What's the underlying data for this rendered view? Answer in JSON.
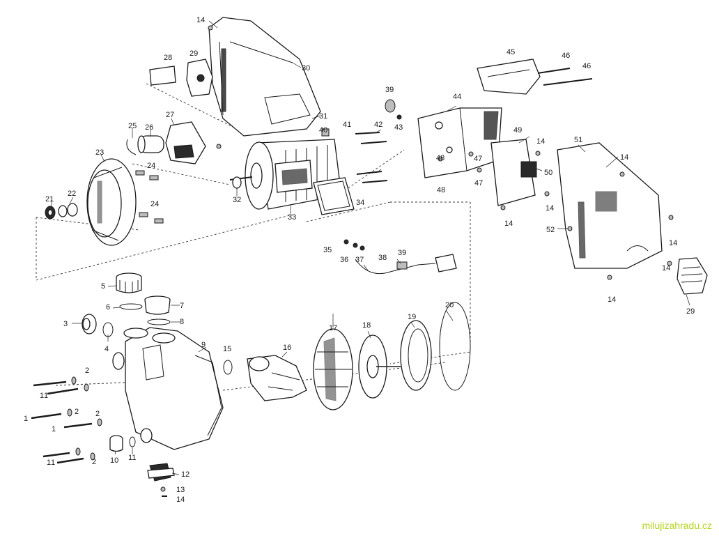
{
  "diagram": {
    "part_numbers": [
      "1",
      "2",
      "3",
      "4",
      "5",
      "6",
      "7",
      "8",
      "9",
      "10",
      "11",
      "12",
      "13",
      "14",
      "15",
      "16",
      "17",
      "18",
      "19",
      "20",
      "21",
      "22",
      "23",
      "24",
      "25",
      "26",
      "27",
      "28",
      "29",
      "30",
      "31",
      "32",
      "33",
      "34",
      "35",
      "36",
      "37",
      "38",
      "39",
      "40",
      "41",
      "42",
      "43",
      "44",
      "45",
      "46",
      "47",
      "48",
      "49",
      "50",
      "51",
      "52"
    ]
  },
  "watermark": "milujizahradu.cz"
}
